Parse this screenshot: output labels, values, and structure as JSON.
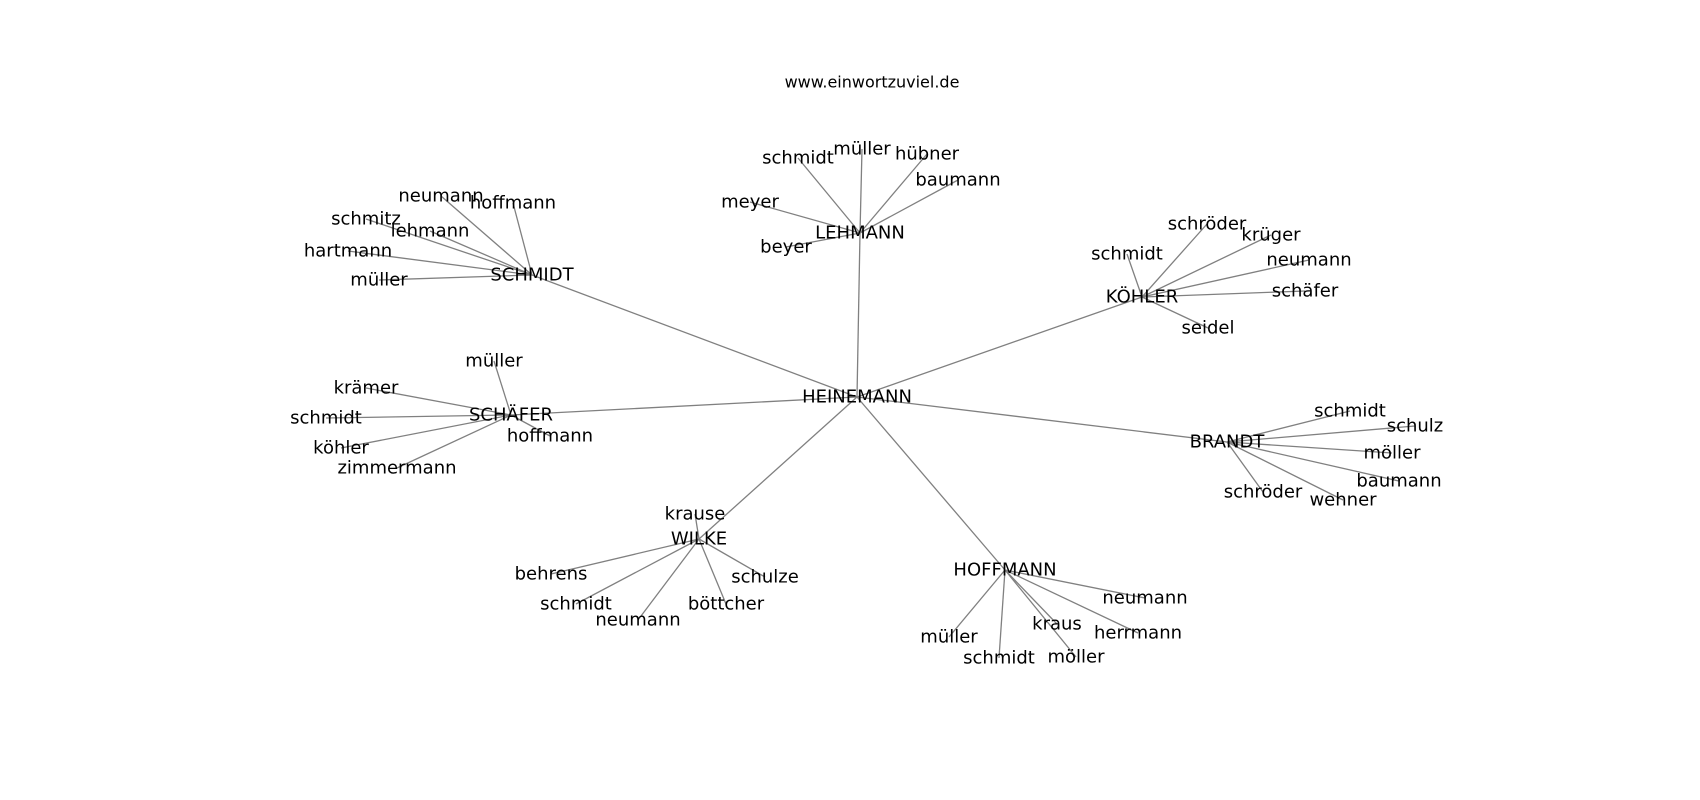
{
  "header": {
    "site": "www.einwortzuviel.de"
  },
  "colors": {
    "edge": "#808080",
    "text": "#000000",
    "background": "#ffffff"
  },
  "graph": {
    "center": "HEINEMANN",
    "clusters": [
      {
        "hub": "LEHMANN",
        "leaves": [
          "schmidt",
          "müller",
          "hübner",
          "baumann",
          "meyer",
          "beyer"
        ]
      },
      {
        "hub": "SCHMIDT",
        "leaves": [
          "neumann",
          "hoffmann",
          "schmitz",
          "lehmann",
          "hartmann",
          "müller"
        ]
      },
      {
        "hub": "KÖHLER",
        "leaves": [
          "schröder",
          "krüger",
          "schmidt",
          "neumann",
          "schäfer",
          "seidel"
        ]
      },
      {
        "hub": "SCHÄFER",
        "leaves": [
          "müller",
          "krämer",
          "schmidt",
          "hoffmann",
          "köhler",
          "zimmermann"
        ]
      },
      {
        "hub": "BRANDT",
        "leaves": [
          "schmidt",
          "schulz",
          "möller",
          "baumann",
          "schröder",
          "wehner"
        ]
      },
      {
        "hub": "WILKE",
        "leaves": [
          "krause",
          "behrens",
          "schulze",
          "schmidt",
          "böttcher",
          "neumann"
        ]
      },
      {
        "hub": "HOFFMANN",
        "leaves": [
          "neumann",
          "kraus",
          "herrmann",
          "müller",
          "schmidt",
          "möller"
        ]
      }
    ]
  }
}
